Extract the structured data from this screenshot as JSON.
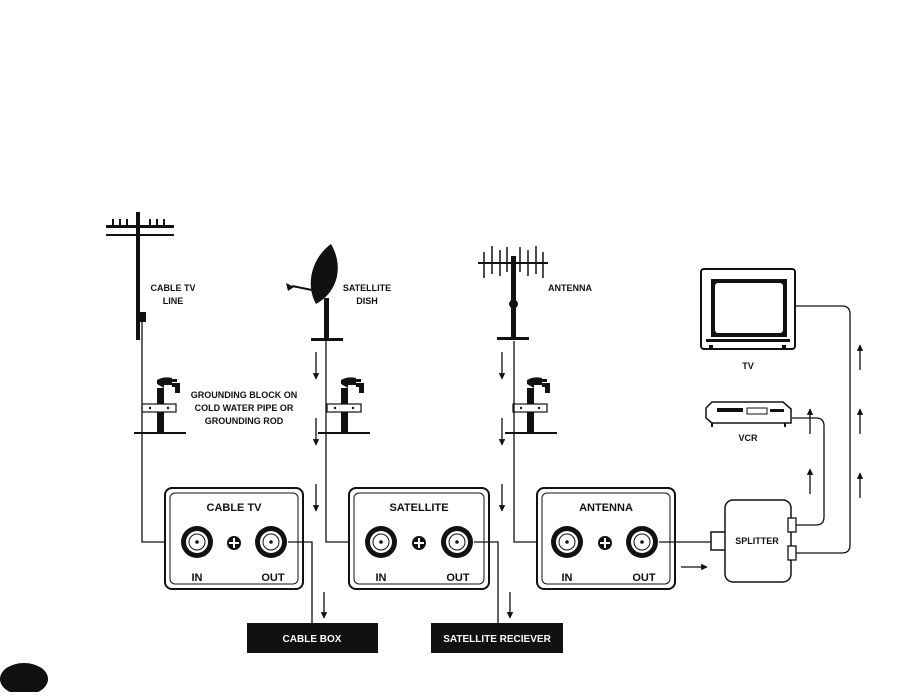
{
  "sources": {
    "cable": {
      "label_line1": "CABLE TV",
      "label_line2": "LINE"
    },
    "satellite": {
      "label_line1": "SATELLITE",
      "label_line2": "DISH"
    },
    "antenna": {
      "label": "ANTENNA"
    }
  },
  "grounding": {
    "line1": "GROUNDING BLOCK ON",
    "line2": "COLD WATER PIPE OR",
    "line3": "GROUNDING ROD"
  },
  "panels": [
    {
      "title": "CABLE TV",
      "in_label": "IN",
      "out_label": "OUT"
    },
    {
      "title": "SATELLITE",
      "in_label": "IN",
      "out_label": "OUT"
    },
    {
      "title": "ANTENNA",
      "in_label": "IN",
      "out_label": "OUT"
    }
  ],
  "splitter": {
    "label": "SPLITTER"
  },
  "devices": {
    "tv_label": "TV",
    "vcr_label": "VCR"
  },
  "outputs": {
    "cable_box": "CABLE BOX",
    "satellite_receiver": "SATELLITE RECIEVER"
  }
}
